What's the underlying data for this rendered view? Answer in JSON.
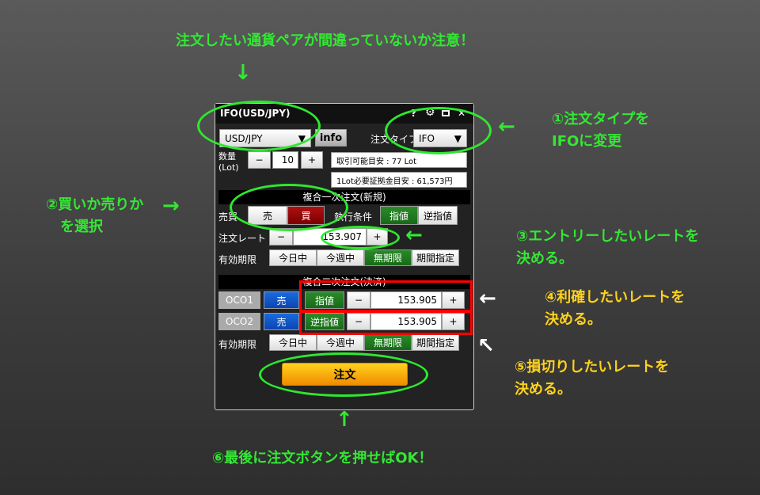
{
  "window": {
    "title": "IFO(USD/JPY)",
    "icons": [
      "help-icon",
      "gear-icon",
      "restore-icon",
      "close-icon"
    ],
    "help": "?",
    "close": "✕"
  },
  "pair_select": "USD/JPY",
  "info_button": "info",
  "order_type_label": "注文タイプ",
  "order_type_value": "IFO",
  "quantity": {
    "label1": "数量",
    "label2": "(Lot)",
    "minus": "−",
    "value": "10",
    "plus": "+"
  },
  "tradable": "取引可能目安 : 77 Lot",
  "margin": "1Lot必要証拠金目安 : 61,573円",
  "first": {
    "header": "複合一次注文(新規)",
    "side_label": "売買",
    "sell": "売",
    "buy": "買",
    "exec_label": "執行条件",
    "limit": "指値",
    "stop": "逆指値",
    "rate_label": "注文レート",
    "rate": "153.907",
    "expiry_label": "有効期限",
    "expiry": [
      "今日中",
      "今週中",
      "無期限",
      "期間指定"
    ]
  },
  "second": {
    "header": "複合二次注文(決済)",
    "oco1": {
      "label": "OCO1",
      "side": "売",
      "type": "指値",
      "rate": "153.905"
    },
    "oco2": {
      "label": "OCO2",
      "side": "売",
      "type": "逆指値",
      "rate": "153.905"
    },
    "expiry_label": "有効期限",
    "expiry": [
      "今日中",
      "今週中",
      "無期限",
      "期間指定"
    ]
  },
  "order_button": "注文",
  "annotations": {
    "top": "注文したい通貨ペアが間違っていないか注意！",
    "a1": [
      "①注文タイプを",
      "IFOに変更"
    ],
    "a2": [
      "②買いか売りか",
      "を選択"
    ],
    "a3": [
      "③エントリーしたいレートを",
      "決める。"
    ],
    "a4": [
      "④利確したいレートを",
      "決める。"
    ],
    "a5": [
      "⑤損切りしたいレートを",
      "決める。"
    ],
    "a6": "⑥最後に注文ボタンを押せばOK！"
  }
}
